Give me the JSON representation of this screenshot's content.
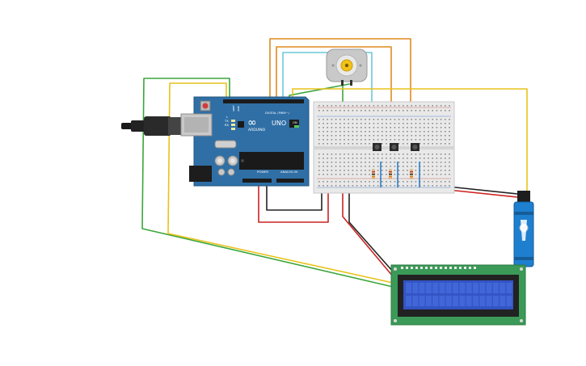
{
  "arduino": {
    "logo_symbol": "∞",
    "name": "ARDUINO",
    "model": "UNO",
    "digital_label": "DIGITAL (PWM~)",
    "power_label": "POWER",
    "analog_label": "ANALOG IN",
    "on_label": "ON",
    "tx_label": "TX",
    "rx_label": "RX",
    "l_label": "L",
    "aref_label": "AREF",
    "gnd_label": "GND"
  },
  "colors": {
    "board": "#2f6fa6",
    "wire_green": "#3aa63a",
    "wire_yellow": "#e8c21c",
    "wire_orange": "#e08a1e",
    "wire_red": "#cc2222",
    "wire_black": "#222222",
    "wire_cyan": "#6cc8d8",
    "lcd_pcb": "#3b9a57",
    "lcd_screen": "#3354c4",
    "servo": "#1e7fcf",
    "breadboard": "#e9e9e9"
  },
  "components": {
    "motor_icon": "dc-motor-icon",
    "servo_icon": "servo-icon",
    "lcd_icon": "lcd-16x2-icon",
    "button_icon": "pushbutton-icon",
    "resistor_icon": "resistor-icon"
  }
}
